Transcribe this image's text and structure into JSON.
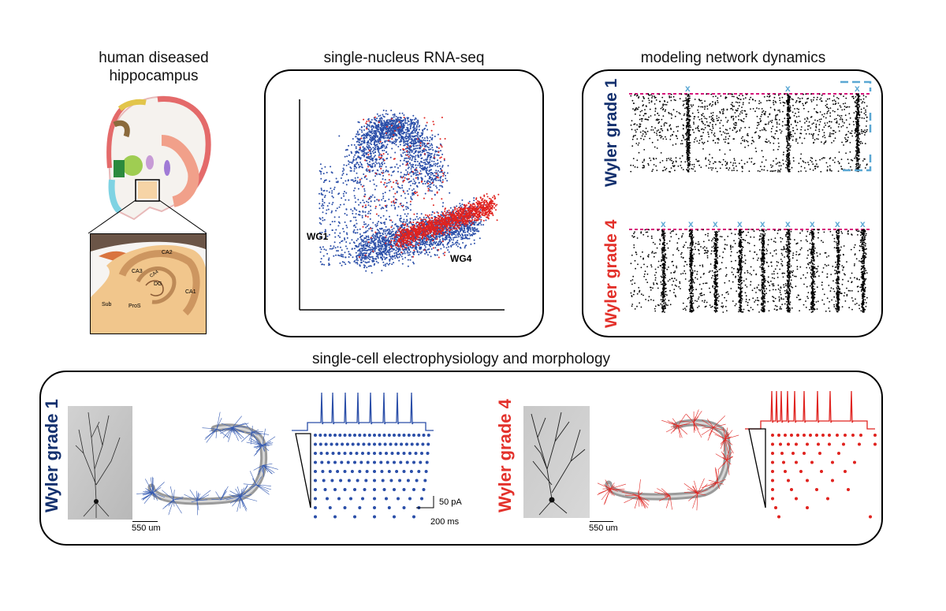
{
  "titles": {
    "hippocampus": "human diseased\nhippocampus",
    "rnaseq": "single-nucleus RNA-seq",
    "network": "modeling network dynamics",
    "electro": "single-cell electrophysiology and morphology"
  },
  "hippocampus_regions": {
    "ca2": "CA2",
    "ca3": "CA3",
    "ca4": "CA4",
    "dg": "DG",
    "ca1": "CA1",
    "sub": "Sub",
    "pros": "ProS"
  },
  "rnaseq": {
    "wg1_label": "WG1",
    "wg4_label": "WG4"
  },
  "network": {
    "grade1_label": "Wyler grade 1",
    "grade4_label": "Wyler grade 4",
    "event_marker": "x"
  },
  "electro": {
    "grade1_label": "Wyler grade 1",
    "grade4_label": "Wyler grade 4",
    "scale_morph": "550 um",
    "scale_current": "50 pA",
    "scale_time": "200 ms"
  },
  "colors": {
    "grade1": "#13306e",
    "grade4": "#e3312b",
    "wg1_points": "#2a4ea8",
    "wg4_points": "#e0231f",
    "event_marker": "#5aa7d3",
    "threshold_line": "#d6167a"
  }
}
